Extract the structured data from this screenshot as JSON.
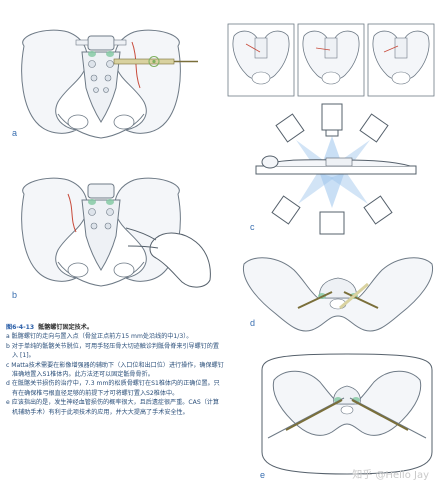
{
  "panels": {
    "a": "a",
    "b": "b",
    "c": "c",
    "d": "d",
    "e": "e"
  },
  "caption": {
    "figure_number": "图6-4-13",
    "title": "骶髂螺钉固定技术。",
    "items": [
      "a 骶髂螺钉的走向与置入点（骨盆正点前方15 mm处沿线的中1/3）。",
      "b 对于单纯的骶髂关节脱位，可用手轻压骨大切迹触诊判骶骨脊来引导螺钉的置入 [1]。",
      "c Matta技术需要在影像增强器的辅助下（入口位和出口位）进行操作，确保螺钉准确地置入S1椎体内。此方法还可以固定骶骨骨折。",
      "d 在骶髂关节损伤的治疗中，7.3 mm的松质骨螺钉在S1椎体内的正确位置。只有在确保椎弓根直径足够的前提下才可将螺钉置入S2椎体中。",
      "e 应该指出的是，发生神经血管损伤的概率很大，且后遗症很严重。CAS（计算机辅助手术）有利于此项技术的应用，并大大提高了手术安全性。"
    ]
  },
  "watermark": "知乎 @Hello Jay",
  "colors": {
    "caption_text": "#2b4f7a",
    "figure_label": "#2a5ea8",
    "bone_fill": "#f4f6f9",
    "bone_stroke": "#6e7a86",
    "screw_fill": "#d9d2a0",
    "highlight_green": "#7fc8a0",
    "xray_blue": "#9cc4ec",
    "vessel_red": "#c84a3a"
  }
}
